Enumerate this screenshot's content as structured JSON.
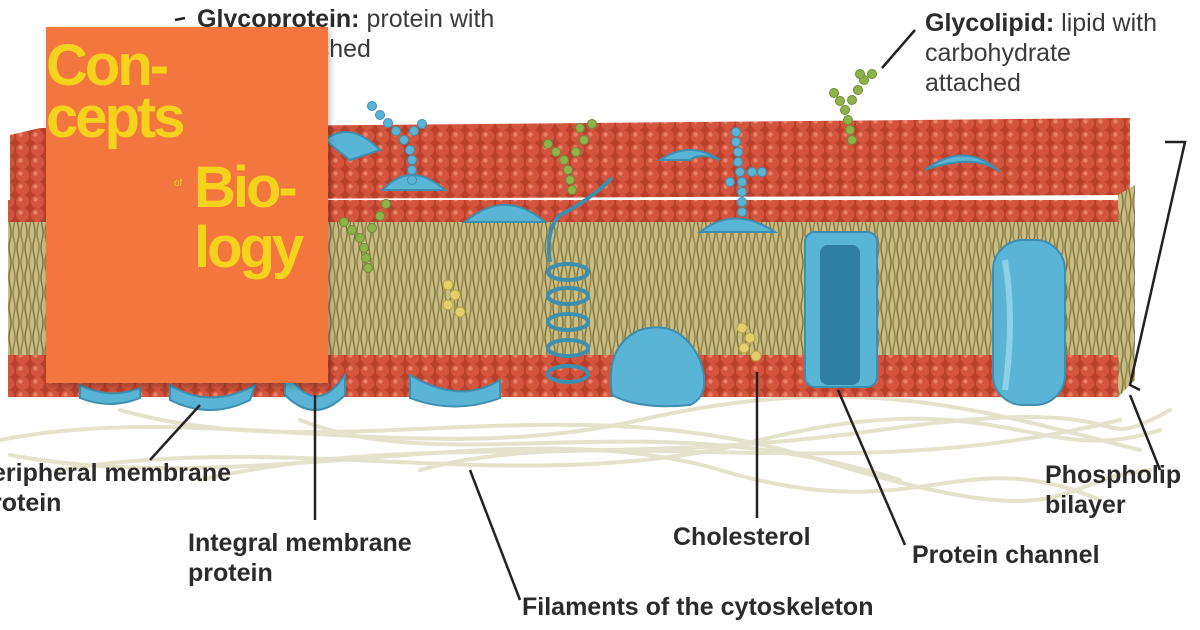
{
  "labels": {
    "glycoprotein_title": "Glycoprotein:",
    "glycoprotein_line1": "protein with",
    "glycoprotein_line2": "rate attached",
    "glycolipid_title": "Glycolipid:",
    "glycolipid_line1": "lipid with",
    "glycolipid_line2": "carbohydrate",
    "glycolipid_line3": "attached",
    "peripheral_line1": "eripheral membrane",
    "peripheral_line2": "rotein",
    "integral_line1": "Integral membrane",
    "integral_line2": "protein",
    "filaments": "Filaments of the cytoskeleton",
    "cholesterol": "Cholesterol",
    "channel": "Protein channel",
    "bilayer_line1": "Phospholip",
    "bilayer_line2": "bilayer"
  },
  "cover": {
    "word1": "Con-",
    "word2": "cepts",
    "of": "of",
    "word3": "Bio-",
    "word4": "logy"
  },
  "colors": {
    "lipid_head": "#d4553e",
    "protein": "#5ab4d6",
    "carbohydrate": "#8fb34a",
    "cholesterol": "#e3cf6b",
    "tails": "#8a7a3e",
    "filaments": "#e8e6d2",
    "cover_bg": "#f2763e",
    "cover_text": "#f5d31c"
  }
}
